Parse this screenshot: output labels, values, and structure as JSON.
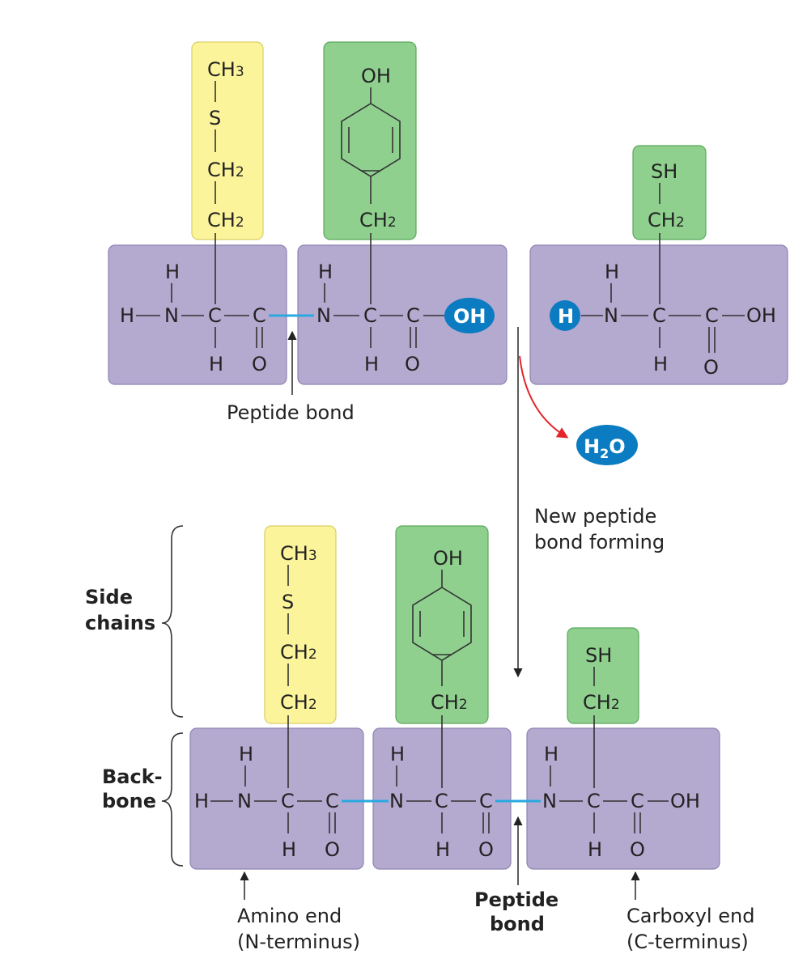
{
  "labels": {
    "peptide_bond_top": "Peptide bond",
    "new_bond_line1": "New peptide",
    "new_bond_line2": "bond forming",
    "side_chains_line1": "Side",
    "side_chains_line2": "chains",
    "backbone_line1": "Back-",
    "backbone_line2": "bone",
    "peptide_bond_bottom_line1": "Peptide",
    "peptide_bond_bottom_line2": "bond",
    "amino_end_line1": "Amino end",
    "amino_end_line2": "(N-terminus)",
    "carboxyl_end_line1": "Carboxyl end",
    "carboxyl_end_line2": "(C-terminus)"
  },
  "atoms": {
    "H": "H",
    "N": "N",
    "C": "C",
    "O": "O",
    "OH": "OH",
    "S": "S",
    "SH": "SH",
    "CH3": "CH3",
    "CH2": "CH2"
  },
  "highlights": {
    "oh": "OH",
    "h": "H",
    "water_h": "H",
    "water_sub": "2",
    "water_o": "O"
  },
  "colors": {
    "backbone": "#b4a9cf",
    "side_chain_methionine": "#fbf49a",
    "side_chain_tyrosine": "#8fd08f",
    "side_chain_cysteine": "#8fd08f",
    "peptide_bond": "#29a9e0",
    "highlight": "#0b7cc1",
    "reaction_arrow": "#e3262c"
  }
}
